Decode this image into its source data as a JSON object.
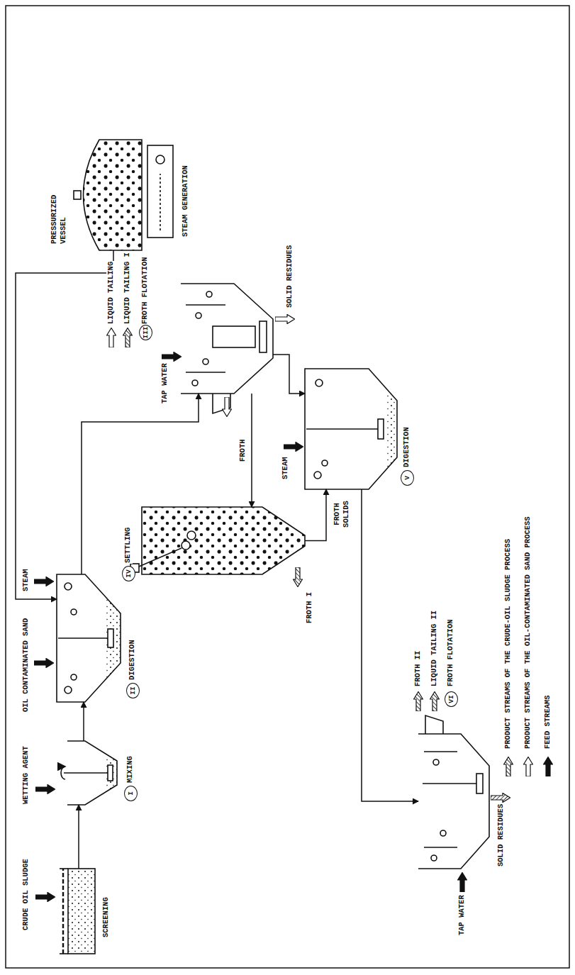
{
  "diagram": {
    "nodes": [
      {
        "text": [
          "SCREENING"
        ]
      },
      {
        "text": [
          "I",
          "MIXING"
        ]
      },
      {
        "text": [
          "II",
          "DIGESTION"
        ]
      },
      {
        "text": [
          "III",
          "FROTH FLOTATION"
        ]
      },
      {
        "text": [
          "IV",
          "SETTLING"
        ]
      },
      {
        "text": [
          "V",
          "DIGESTION"
        ]
      },
      {
        "text": [
          "VI",
          "FROTH FLOTATION"
        ]
      },
      {
        "text": [
          "PRESSURIZED VESSEL",
          "STEAM GENERATION"
        ]
      }
    ],
    "edges": [
      {
        "from": 0,
        "to": 1,
        "arrow": "to"
      },
      {
        "from": 1,
        "to": 2,
        "arrow": "to"
      },
      {
        "from": 2,
        "to": 3,
        "arrow": "to"
      },
      {
        "from": 3,
        "to": 4,
        "label": "FROTH",
        "arrow": "to"
      },
      {
        "from": 4,
        "to": 5,
        "label": "FROTH SOLIDS",
        "arrow": "to"
      },
      {
        "from": 3,
        "to": 5,
        "arrow": "to"
      },
      {
        "from": 5,
        "to": 6,
        "arrow": "to"
      },
      {
        "from": 7,
        "to": 2,
        "arrow": "to"
      }
    ],
    "labels": [
      "CRUDE OIL SLUDGE",
      "WETTING AGENT",
      "OIL CONTAMINATED SAND",
      "STEAM",
      "TAP WATER",
      "LIQUID TAILING",
      "LIQUID TAILING I",
      "SOLID RESIDUES",
      "FROTH I",
      "STEAM",
      "FROTH II",
      "LIQUID TAILING II",
      "SOLID RESIDUES",
      "TAP WATER"
    ],
    "legend": [
      {
        "text": "PRODUCT STREAMS OF THE CRUDE-OIL SLUDGE PROCESS"
      },
      {
        "text": "PRODUCT STREAMS OF THE OIL-CONTAMINATED SAND PROCESS"
      },
      {
        "text": "FEED STREAMS"
      }
    ]
  }
}
